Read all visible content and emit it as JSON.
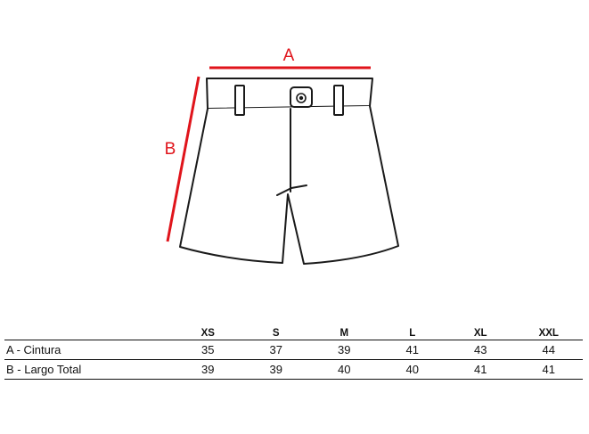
{
  "diagram": {
    "dimension_a": "A",
    "dimension_b": "B",
    "accent_color": "#e0141b",
    "outline_color": "#1a1a1a"
  },
  "table": {
    "sizes": [
      "XS",
      "S",
      "M",
      "L",
      "XL",
      "XXL"
    ],
    "rows": [
      {
        "label": "A - Cintura",
        "values": [
          "35",
          "37",
          "39",
          "41",
          "43",
          "44"
        ]
      },
      {
        "label": "B - Largo Total",
        "values": [
          "39",
          "39",
          "40",
          "40",
          "41",
          "41"
        ]
      }
    ]
  }
}
